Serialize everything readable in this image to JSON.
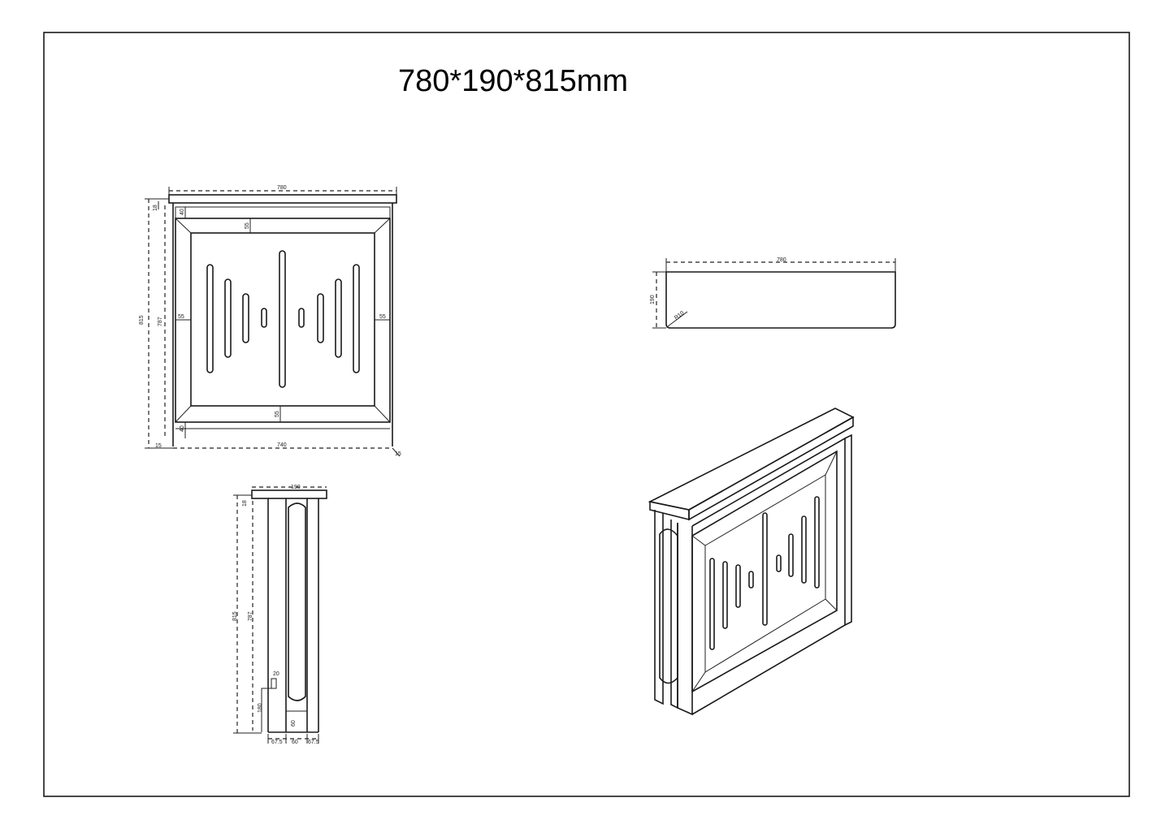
{
  "title": "780*190*815mm",
  "front_view": {
    "width_top": "780",
    "width_bottom": "740",
    "height_total": "815",
    "height_inner": "787",
    "top_thickness": "18",
    "bottom_offset": "15",
    "rail_top": "40",
    "rail_bottom": "40",
    "border_top": "55",
    "border_bottom": "55",
    "border_left": "55",
    "border_right": "55",
    "foot": "15"
  },
  "top_view": {
    "width": "780",
    "depth": "190",
    "radius": "R10"
  },
  "side_view": {
    "depth": "190",
    "top_thickness": "18",
    "height_total": "815",
    "height_inner": "787",
    "slot_top": "20",
    "foot_height": "180",
    "foot_gap": "60",
    "foot_left": "67.5",
    "foot_mid": "60",
    "foot_right": "67.5"
  }
}
